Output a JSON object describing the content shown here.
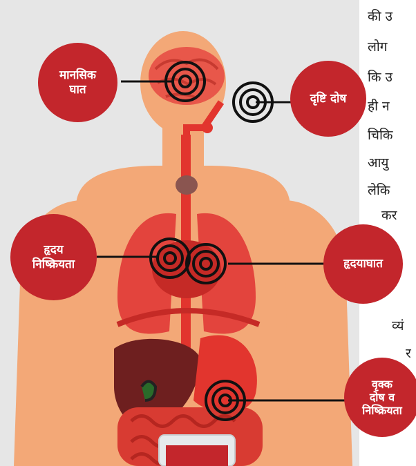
{
  "labels": {
    "mental": "मानसिक\nघात",
    "vision": "दृष्टि दोष",
    "heart_failure": "हृदय\nनिष्क्रियता",
    "heart_attack": "हृदयाघात",
    "kidney": "वृक्क\nदोष व\nनिष्क्रियता"
  },
  "side_text": [
    "की उ",
    "लोग",
    "कि उ",
    "ही न",
    "चिकि",
    "आयु",
    "लेकि",
    "कर",
    "व्यं",
    "र"
  ],
  "colors": {
    "panel": "#e6e6e6",
    "skin": "#f3a877",
    "organ_red": "#e2352e",
    "organ_dark": "#b82424",
    "liver": "#6e1f1f",
    "bubble": "#c3262c",
    "target": "#111111"
  }
}
